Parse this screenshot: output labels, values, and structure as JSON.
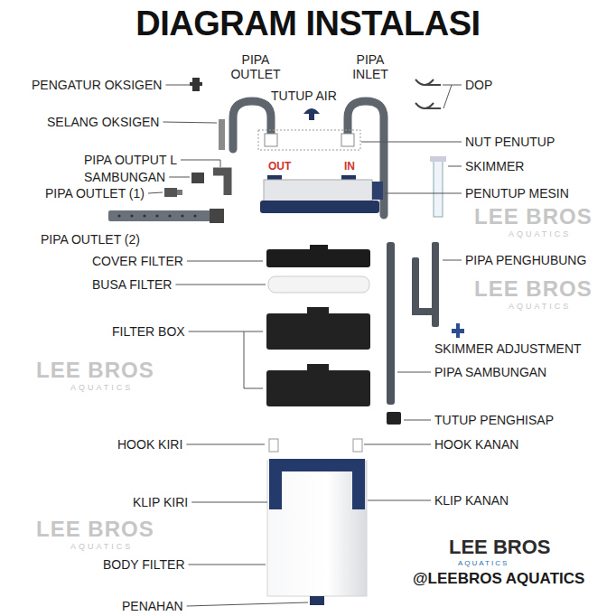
{
  "diagram": {
    "title": "DIAGRAM INSTALASI",
    "labels": [
      "PIPA OUTLET",
      "PIPA INLET",
      "PENGATUR OKSIGEN",
      "TUTUP AIR",
      "DOP",
      "SELANG OKSIGEN",
      "NUT PENUTUP",
      "OUT",
      "IN",
      "PIPA OUTPUT L",
      "SKIMMER",
      "SAMBUNGAN",
      "PIPA OUTLET (1)",
      "PENUTUP MESIN",
      "PIPA OUTLET (2)",
      "COVER FILTER",
      "PIPA PENGHUBUNG",
      "BUSA FILTER",
      "FILTER BOX",
      "SKIMMER ADJUSTMENT",
      "PIPA SAMBUNGAN",
      "TUTUP PENGHISAP",
      "HOOK KIRI",
      "HOOK KANAN",
      "KLIP KIRI",
      "KLIP KANAN",
      "BODY FILTER",
      "PENAHAN",
      "LEE BROS",
      "AQUATICS",
      "LEE BROS",
      "AQUATICS",
      "LEE BROS",
      "AQUATICS",
      "LEE BROS",
      "AQUATICS",
      "LEE BROS",
      "AQUATICS",
      "@LEEBROS AQUATICS"
    ]
  }
}
